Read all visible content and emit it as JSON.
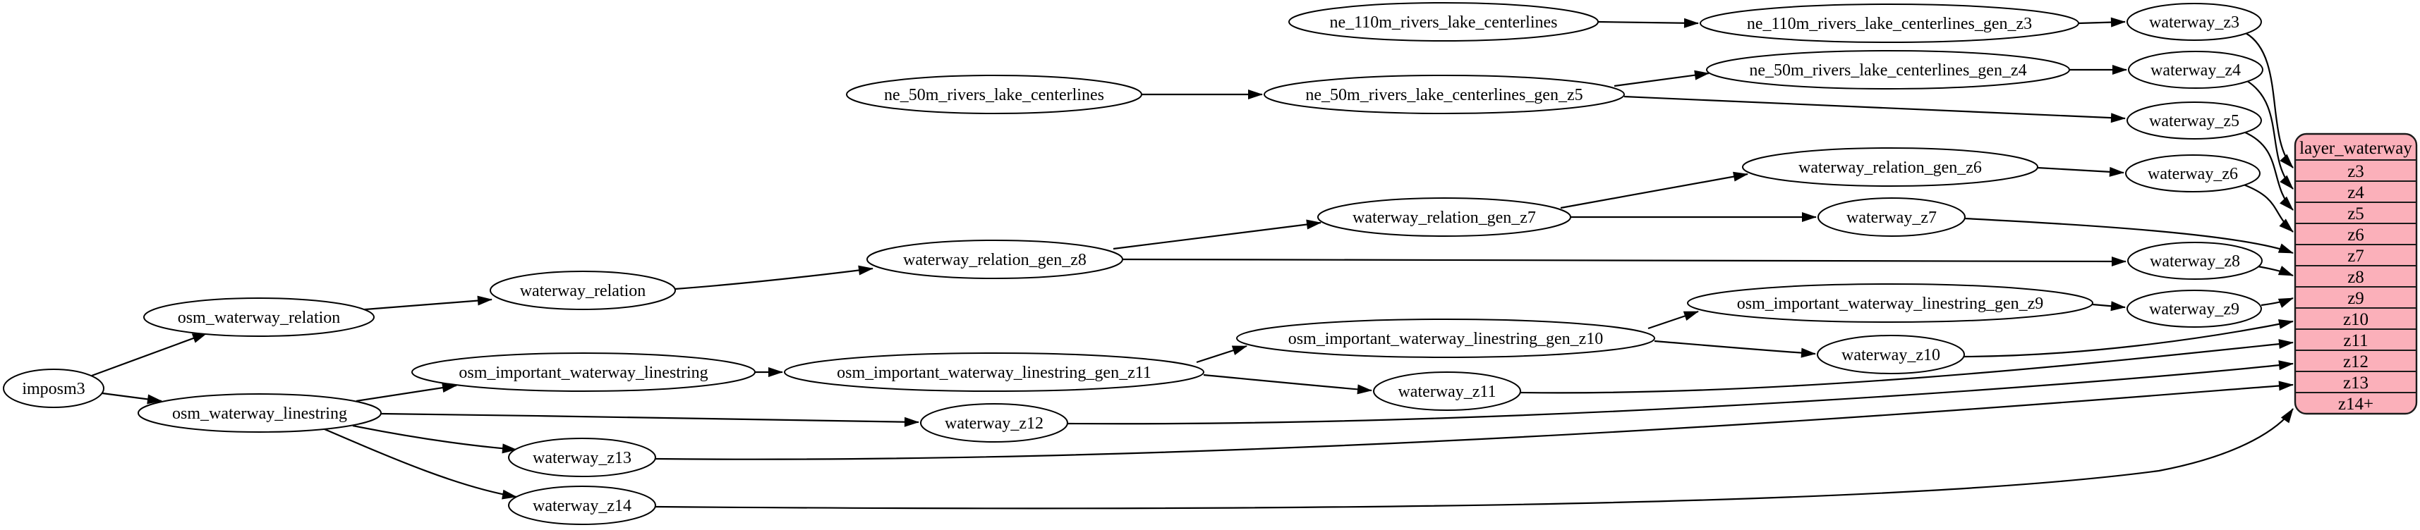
{
  "colors": {
    "background": "#ffffff",
    "node_fill": "#ffffff",
    "node_stroke": "#000000",
    "edge_stroke": "#000000",
    "table_fill": "#fbb0ba",
    "table_stroke": "#1a1a1a",
    "text": "#000000"
  },
  "nodes": {
    "imposm3": {
      "label": "imposm3"
    },
    "osm_waterway_relation": {
      "label": "osm_waterway_relation"
    },
    "osm_waterway_linestring": {
      "label": "osm_waterway_linestring"
    },
    "waterway_relation": {
      "label": "waterway_relation"
    },
    "osm_important_waterway_linestring": {
      "label": "osm_important_waterway_linestring"
    },
    "waterway_z13": {
      "label": "waterway_z13"
    },
    "waterway_z14": {
      "label": "waterway_z14"
    },
    "ne_50m_rivers_lake_centerlines": {
      "label": "ne_50m_rivers_lake_centerlines"
    },
    "waterway_relation_gen_z8": {
      "label": "waterway_relation_gen_z8"
    },
    "osm_important_waterway_linestring_gen_z11": {
      "label": "osm_important_waterway_linestring_gen_z11"
    },
    "waterway_z12": {
      "label": "waterway_z12"
    },
    "ne_110m_rivers_lake_centerlines": {
      "label": "ne_110m_rivers_lake_centerlines"
    },
    "ne_50m_rivers_lake_centerlines_gen_z5": {
      "label": "ne_50m_rivers_lake_centerlines_gen_z5"
    },
    "waterway_relation_gen_z7": {
      "label": "waterway_relation_gen_z7"
    },
    "osm_important_waterway_linestring_gen_z10": {
      "label": "osm_important_waterway_linestring_gen_z10"
    },
    "waterway_z11": {
      "label": "waterway_z11"
    },
    "ne_110m_rivers_lake_centerlines_gen_z3": {
      "label": "ne_110m_rivers_lake_centerlines_gen_z3"
    },
    "ne_50m_rivers_lake_centerlines_gen_z4": {
      "label": "ne_50m_rivers_lake_centerlines_gen_z4"
    },
    "waterway_relation_gen_z6": {
      "label": "waterway_relation_gen_z6"
    },
    "waterway_z7": {
      "label": "waterway_z7"
    },
    "osm_important_waterway_linestring_gen_z9": {
      "label": "osm_important_waterway_linestring_gen_z9"
    },
    "waterway_z10": {
      "label": "waterway_z10"
    },
    "waterway_z3": {
      "label": "waterway_z3"
    },
    "waterway_z4": {
      "label": "waterway_z4"
    },
    "waterway_z5": {
      "label": "waterway_z5"
    },
    "waterway_z6": {
      "label": "waterway_z6"
    },
    "waterway_z8": {
      "label": "waterway_z8"
    },
    "waterway_z9": {
      "label": "waterway_z9"
    }
  },
  "table": {
    "title": "layer_waterway",
    "rows": [
      "z3",
      "z4",
      "z5",
      "z6",
      "z7",
      "z8",
      "z9",
      "z10",
      "z11",
      "z12",
      "z13",
      "z14+"
    ]
  }
}
